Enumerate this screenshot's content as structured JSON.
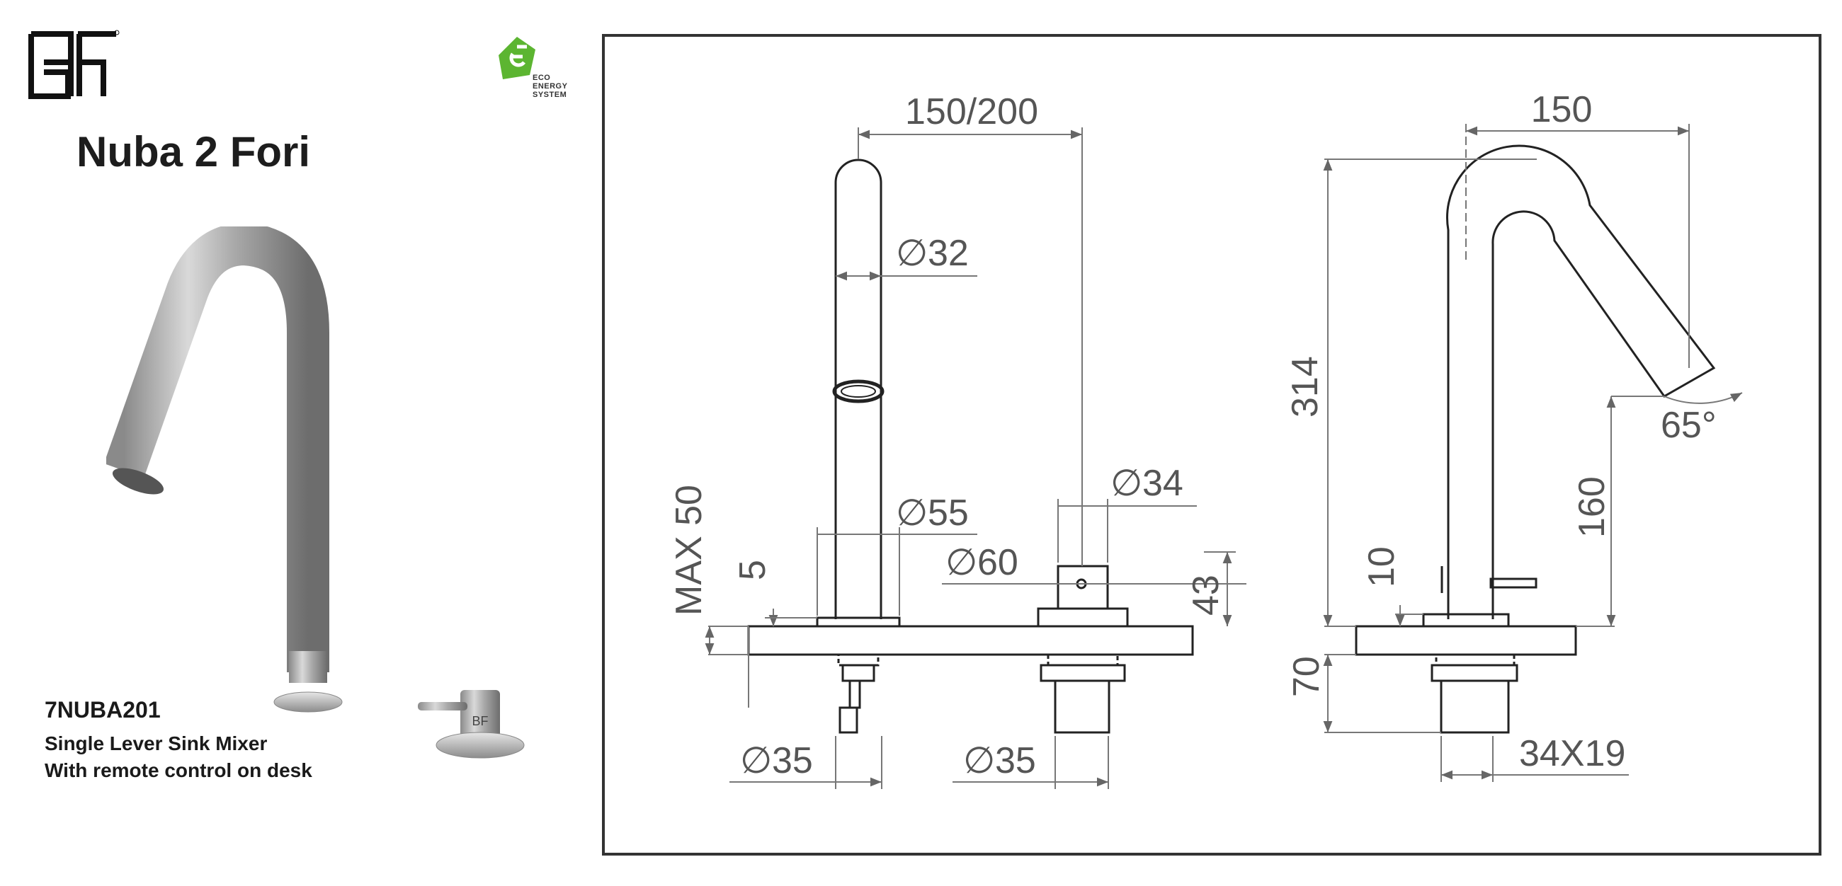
{
  "brand": {
    "logo_icon": "bf-monogram",
    "eco_icon": "eco-energy-leaf",
    "eco_text": [
      "ECO",
      "ENERGY",
      "SYSTEM"
    ],
    "eco_color": "#5cb531"
  },
  "product": {
    "title": "Nuba 2 Fori",
    "code": "7NUBA201",
    "description_line1": "Single Lever Sink Mixer",
    "description_line2": "With remote control on desk"
  },
  "drawing": {
    "front_view": {
      "spacing": "150/200",
      "spout_diameter": "32",
      "spout_base_diameter": "55",
      "control_diameter": "34",
      "control_base_diameter": "60",
      "deck_thickness_max": "MAX 50",
      "base_height": "5",
      "control_height": "43",
      "spout_shank": "35",
      "control_shank": "35",
      "diameter_symbol": "∅"
    },
    "side_view": {
      "reach": "150",
      "total_height": "314",
      "outlet_height": "160",
      "outlet_angle": "65°",
      "lever_height": "10",
      "below_deck": "70",
      "shank_section": "34X19"
    }
  }
}
